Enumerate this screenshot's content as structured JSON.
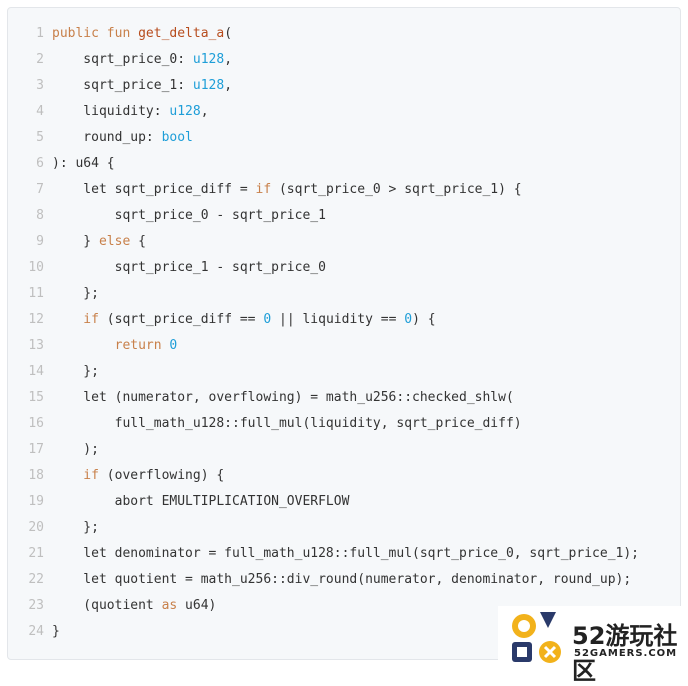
{
  "code": {
    "lines": [
      {
        "n": "1",
        "t": [
          {
            "c": "kw",
            "s": "public fun "
          },
          {
            "c": "fn",
            "s": "get_delta_a"
          },
          {
            "c": "plain",
            "s": "("
          }
        ]
      },
      {
        "n": "2",
        "t": [
          {
            "c": "plain",
            "s": "    sqrt_price_0: "
          },
          {
            "c": "ty",
            "s": "u128"
          },
          {
            "c": "plain",
            "s": ","
          }
        ]
      },
      {
        "n": "3",
        "t": [
          {
            "c": "plain",
            "s": "    sqrt_price_1: "
          },
          {
            "c": "ty",
            "s": "u128"
          },
          {
            "c": "plain",
            "s": ","
          }
        ]
      },
      {
        "n": "4",
        "t": [
          {
            "c": "plain",
            "s": "    liquidity: "
          },
          {
            "c": "ty",
            "s": "u128"
          },
          {
            "c": "plain",
            "s": ","
          }
        ]
      },
      {
        "n": "5",
        "t": [
          {
            "c": "plain",
            "s": "    round_up: "
          },
          {
            "c": "ty",
            "s": "bool"
          }
        ]
      },
      {
        "n": "6",
        "t": [
          {
            "c": "plain",
            "s": "): u64 {"
          }
        ]
      },
      {
        "n": "7",
        "t": [
          {
            "c": "plain",
            "s": "    let sqrt_price_diff = "
          },
          {
            "c": "kw",
            "s": "if"
          },
          {
            "c": "plain",
            "s": " (sqrt_price_0 > sqrt_price_1) {"
          }
        ]
      },
      {
        "n": "8",
        "t": [
          {
            "c": "plain",
            "s": "        sqrt_price_0 - sqrt_price_1"
          }
        ]
      },
      {
        "n": "9",
        "t": [
          {
            "c": "plain",
            "s": "    } "
          },
          {
            "c": "kw",
            "s": "else"
          },
          {
            "c": "plain",
            "s": " {"
          }
        ]
      },
      {
        "n": "10",
        "t": [
          {
            "c": "plain",
            "s": "        sqrt_price_1 - sqrt_price_0"
          }
        ]
      },
      {
        "n": "11",
        "t": [
          {
            "c": "plain",
            "s": "    };"
          }
        ]
      },
      {
        "n": "12",
        "t": [
          {
            "c": "kw",
            "s": "    if"
          },
          {
            "c": "plain",
            "s": " (sqrt_price_diff == "
          },
          {
            "c": "num",
            "s": "0"
          },
          {
            "c": "plain",
            "s": " || liquidity == "
          },
          {
            "c": "num",
            "s": "0"
          },
          {
            "c": "plain",
            "s": ") {"
          }
        ]
      },
      {
        "n": "13",
        "t": [
          {
            "c": "kw",
            "s": "        return "
          },
          {
            "c": "num",
            "s": "0"
          }
        ]
      },
      {
        "n": "14",
        "t": [
          {
            "c": "plain",
            "s": "    };"
          }
        ]
      },
      {
        "n": "15",
        "t": [
          {
            "c": "plain",
            "s": "    let (numerator, overflowing) = math_u256::checked_shlw("
          }
        ]
      },
      {
        "n": "16",
        "t": [
          {
            "c": "plain",
            "s": "        full_math_u128::full_mul(liquidity, sqrt_price_diff)"
          }
        ]
      },
      {
        "n": "17",
        "t": [
          {
            "c": "plain",
            "s": "    );"
          }
        ]
      },
      {
        "n": "18",
        "t": [
          {
            "c": "kw",
            "s": "    if"
          },
          {
            "c": "plain",
            "s": " (overflowing) {"
          }
        ]
      },
      {
        "n": "19",
        "t": [
          {
            "c": "plain",
            "s": "        abort EMULTIPLICATION_OVERFLOW"
          }
        ]
      },
      {
        "n": "20",
        "t": [
          {
            "c": "plain",
            "s": "    };"
          }
        ]
      },
      {
        "n": "21",
        "t": [
          {
            "c": "plain",
            "s": "    let denominator = full_math_u128::full_mul(sqrt_price_0, sqrt_price_1);"
          }
        ]
      },
      {
        "n": "22",
        "t": [
          {
            "c": "plain",
            "s": "    let quotient = math_u256::div_round(numerator, denominator, round_up);"
          }
        ]
      },
      {
        "n": "23",
        "t": [
          {
            "c": "plain",
            "s": "    (quotient "
          },
          {
            "c": "kw",
            "s": "as"
          },
          {
            "c": "plain",
            "s": " u64)"
          }
        ]
      },
      {
        "n": "24",
        "t": [
          {
            "c": "plain",
            "s": "}"
          }
        ]
      }
    ]
  },
  "watermark": {
    "brand": "52游玩社区",
    "site": "52GAMERS.COM",
    "colors": {
      "orange": "#f2b21b",
      "blue": "#2a3a6a"
    }
  }
}
